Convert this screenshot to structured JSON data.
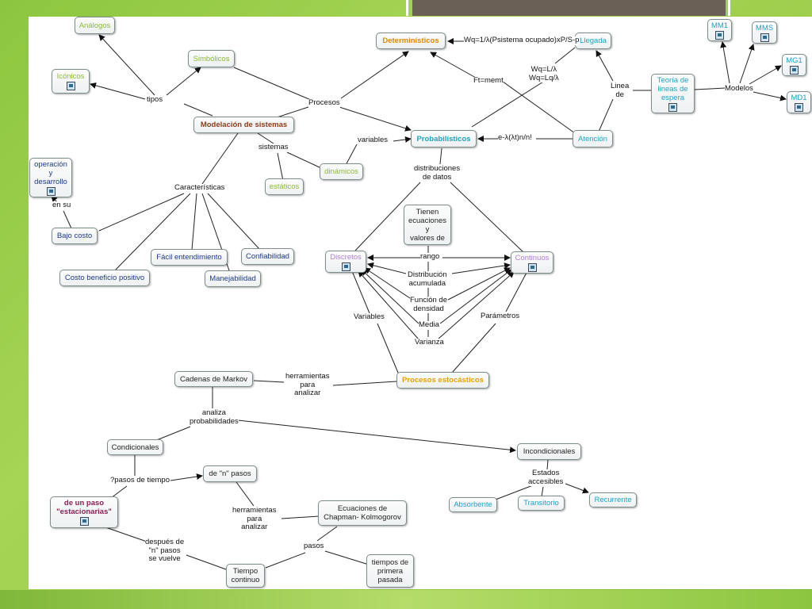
{
  "nodes": {
    "analogos": "Análogos",
    "simbolicos": "Simbólicos",
    "iconicos": "Icónicos",
    "modelacion": "Modelación de sistemas",
    "deterministicos": "Determinísticos",
    "llegada": "Llegada",
    "mm1": "MM1",
    "mms": "MMS",
    "mg1": "MG1",
    "md1": "MD1",
    "teoria": "Teoría de\nlineas de\nespera",
    "probabilisticos": "Probabilísticos",
    "atencion": "Atención",
    "dinamicos": "dinámicos",
    "estaticos": "estáticos",
    "operacion": "operación\ny\ndesarrollo",
    "bajo_costo": "Bajo costo",
    "facil": "Fácil entendimiento",
    "confiabilidad": "Confiabilidad",
    "costo_beneficio": "Costo beneficio positivo",
    "manejabilidad": "Manejabilidad",
    "tienen": "Tienen\necuaciones\ny\nvalores de",
    "discretos": "Discretos",
    "continuos": "Continuos",
    "procesos_estocasticos": "Procesos estocásticos",
    "cadenas": "Cadenas de Markov",
    "condicionales": "Condicionales",
    "incondicionales": "Incondicionales",
    "n_pasos": "de \"n\" pasos",
    "un_paso": "de un paso\n\"estacionarias\"",
    "chapman": "Ecuaciones de\nChapman- Kolmogorov",
    "tiempo_continuo": "Tiempo\ncontinuo",
    "tiempos_primera": "tiempos de\nprimera\npasada",
    "absorbente": "Absorbente",
    "transitorio": "Transitorio",
    "recurrente": "Recurrente"
  },
  "labels": {
    "tipos": "tipos",
    "procesos": "Procesos",
    "sistemas": "sistemas",
    "variables": "variables",
    "caracteristicas": "Características",
    "en_su": "en su",
    "wq_formula": "Wq=1/λ(Psistema ocupado)xP/S-p",
    "ft": "Ft=memt",
    "wq_l": "Wq=L/λ\nWq=Lq/λ",
    "linea_de": "Linea\nde",
    "modelos": "Modelos",
    "e_lambda": "e-λ(λt)n/n!",
    "distribuciones": "distribuciones\nde datos",
    "rango": "rango",
    "distribucion_acumulada": "Distribución\nacumulada",
    "funcion_densidad": "Función de\ndensidad",
    "media": "Media",
    "varianza": "Varianza",
    "variables2": "Variables",
    "parametros": "Parámetros",
    "herramientas1": "herramientas\npara\nanalizar",
    "analiza": "analiza\nprobabilidades",
    "pasos_tiempo": "?pasos de tiempo",
    "herramientas2": "herramientas\npara\nanalizar",
    "despues": "después de\n\"n\" pasos\nse vuelve",
    "pasos": "pasos",
    "estados": "Estados\naccesibles"
  },
  "colors": {
    "background_green": "#8cc63f",
    "top_bar": "#6b6055",
    "line": "#1a1a1a"
  },
  "icons": [
    "resource-icon"
  ]
}
